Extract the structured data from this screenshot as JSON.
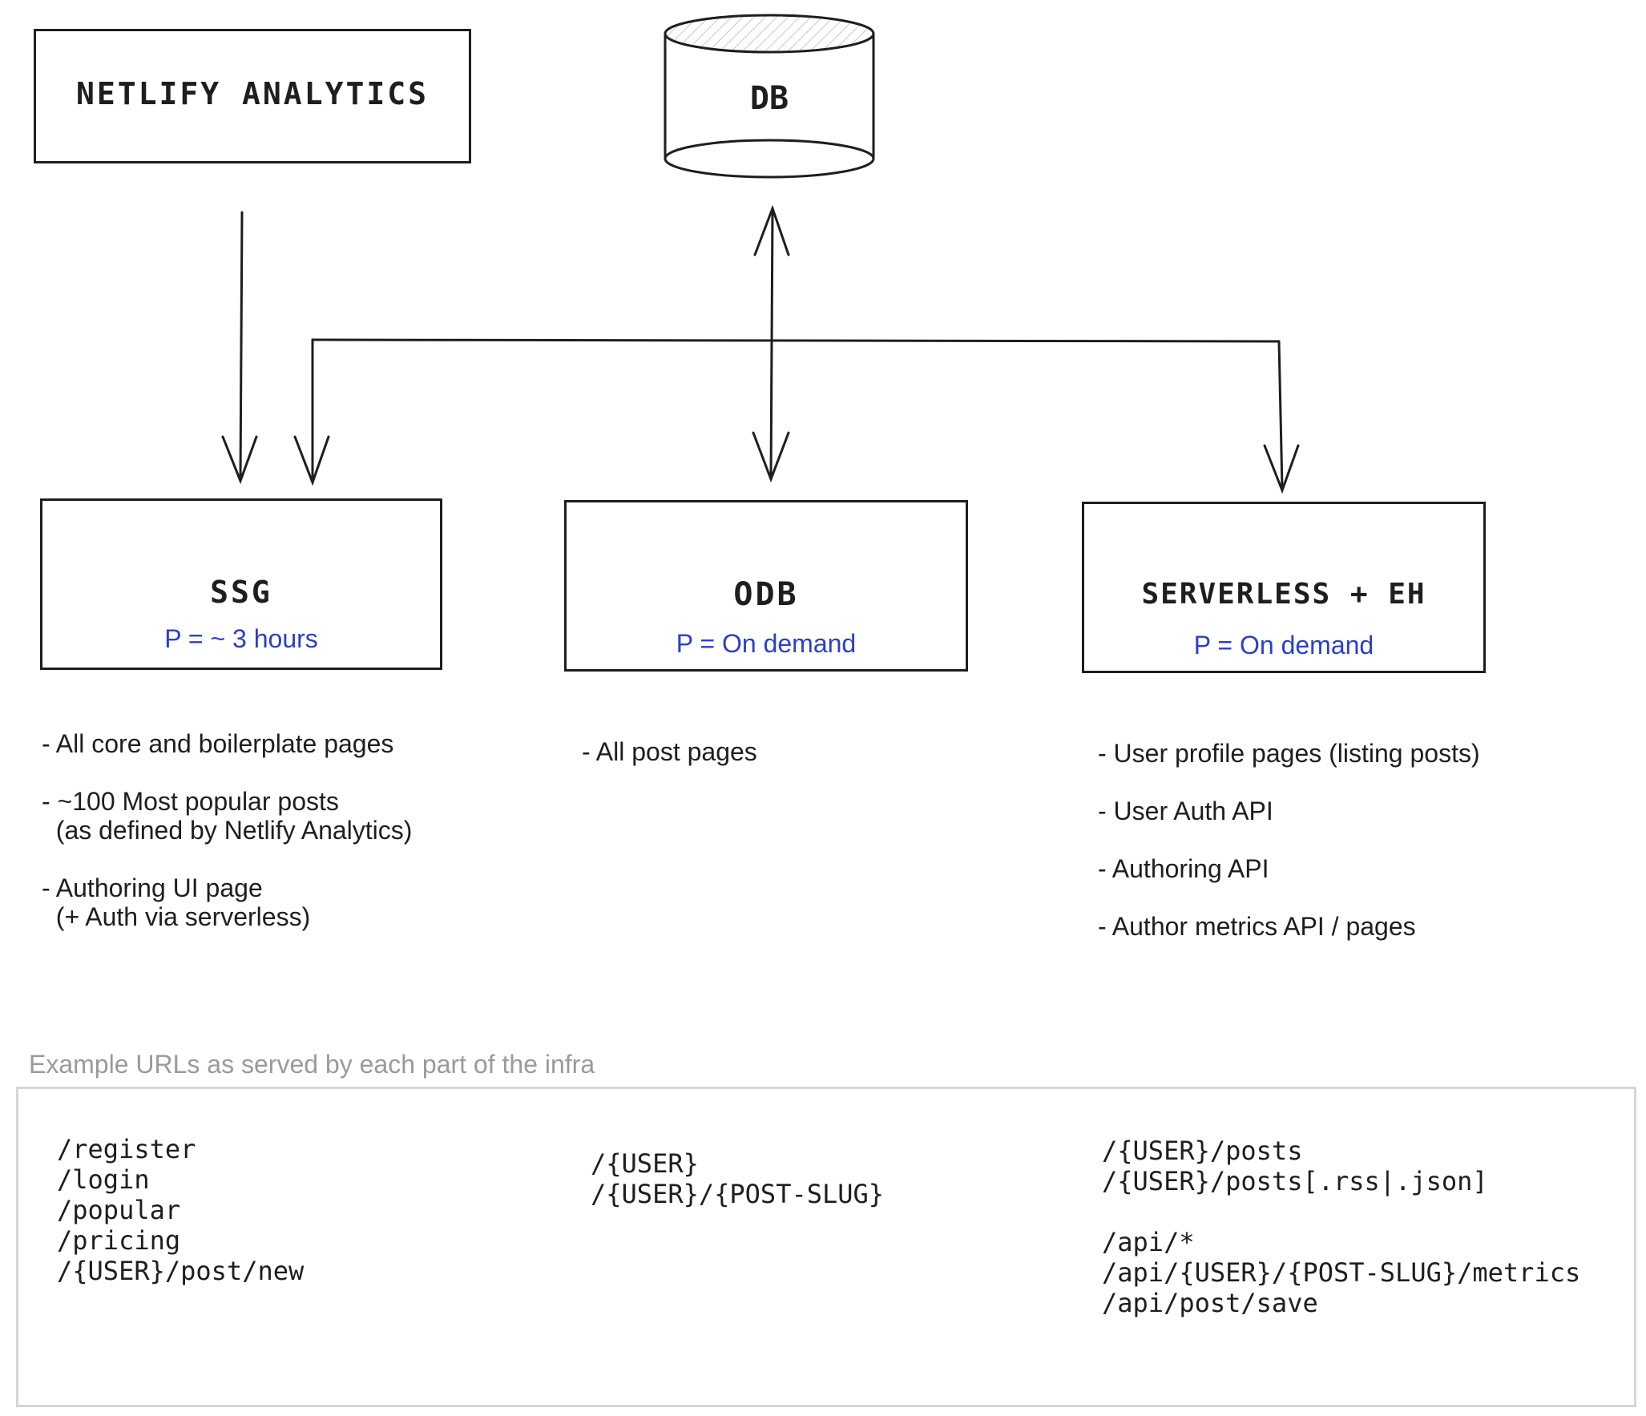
{
  "nodes": {
    "analytics": {
      "title": "Netlify Analytics"
    },
    "db": {
      "title": "DB"
    },
    "ssg": {
      "title": "SSG",
      "period": "P = ~ 3 hours"
    },
    "odb": {
      "title": "ODB",
      "period": "P = On demand"
    },
    "serverless": {
      "title": "Serverless + EH",
      "period": "P = On demand"
    }
  },
  "notes": {
    "ssg": [
      "- All core and boilerplate pages",
      "- ~100 Most popular posts\n  (as defined by Netlify Analytics)",
      "- Authoring UI page\n  (+ Auth via serverless)"
    ],
    "odb": [
      "- All post pages"
    ],
    "serverless": [
      "- User profile pages (listing posts)",
      "- User Auth API",
      "- Authoring API",
      "- Author metrics API / pages"
    ]
  },
  "urls": {
    "caption": "Example URLs as served by each part of the infra",
    "ssg": [
      "/register",
      "/login",
      "/popular",
      "/pricing",
      "/{USER}/post/new"
    ],
    "odb": [
      "/{USER}",
      "/{USER}/{POST-SLUG}"
    ],
    "serverless_a": [
      "/{USER}/posts",
      "/{USER}/posts[.rss|.json]"
    ],
    "serverless_b": [
      "/api/*",
      "/api/{USER}/{POST-SLUG}/metrics",
      "/api/post/save"
    ]
  },
  "colors": {
    "stroke": "#1e1e1e",
    "period_text": "#2b3fc9",
    "caption_text": "#9a9a9a",
    "panel_border": "#d6d6d6"
  }
}
